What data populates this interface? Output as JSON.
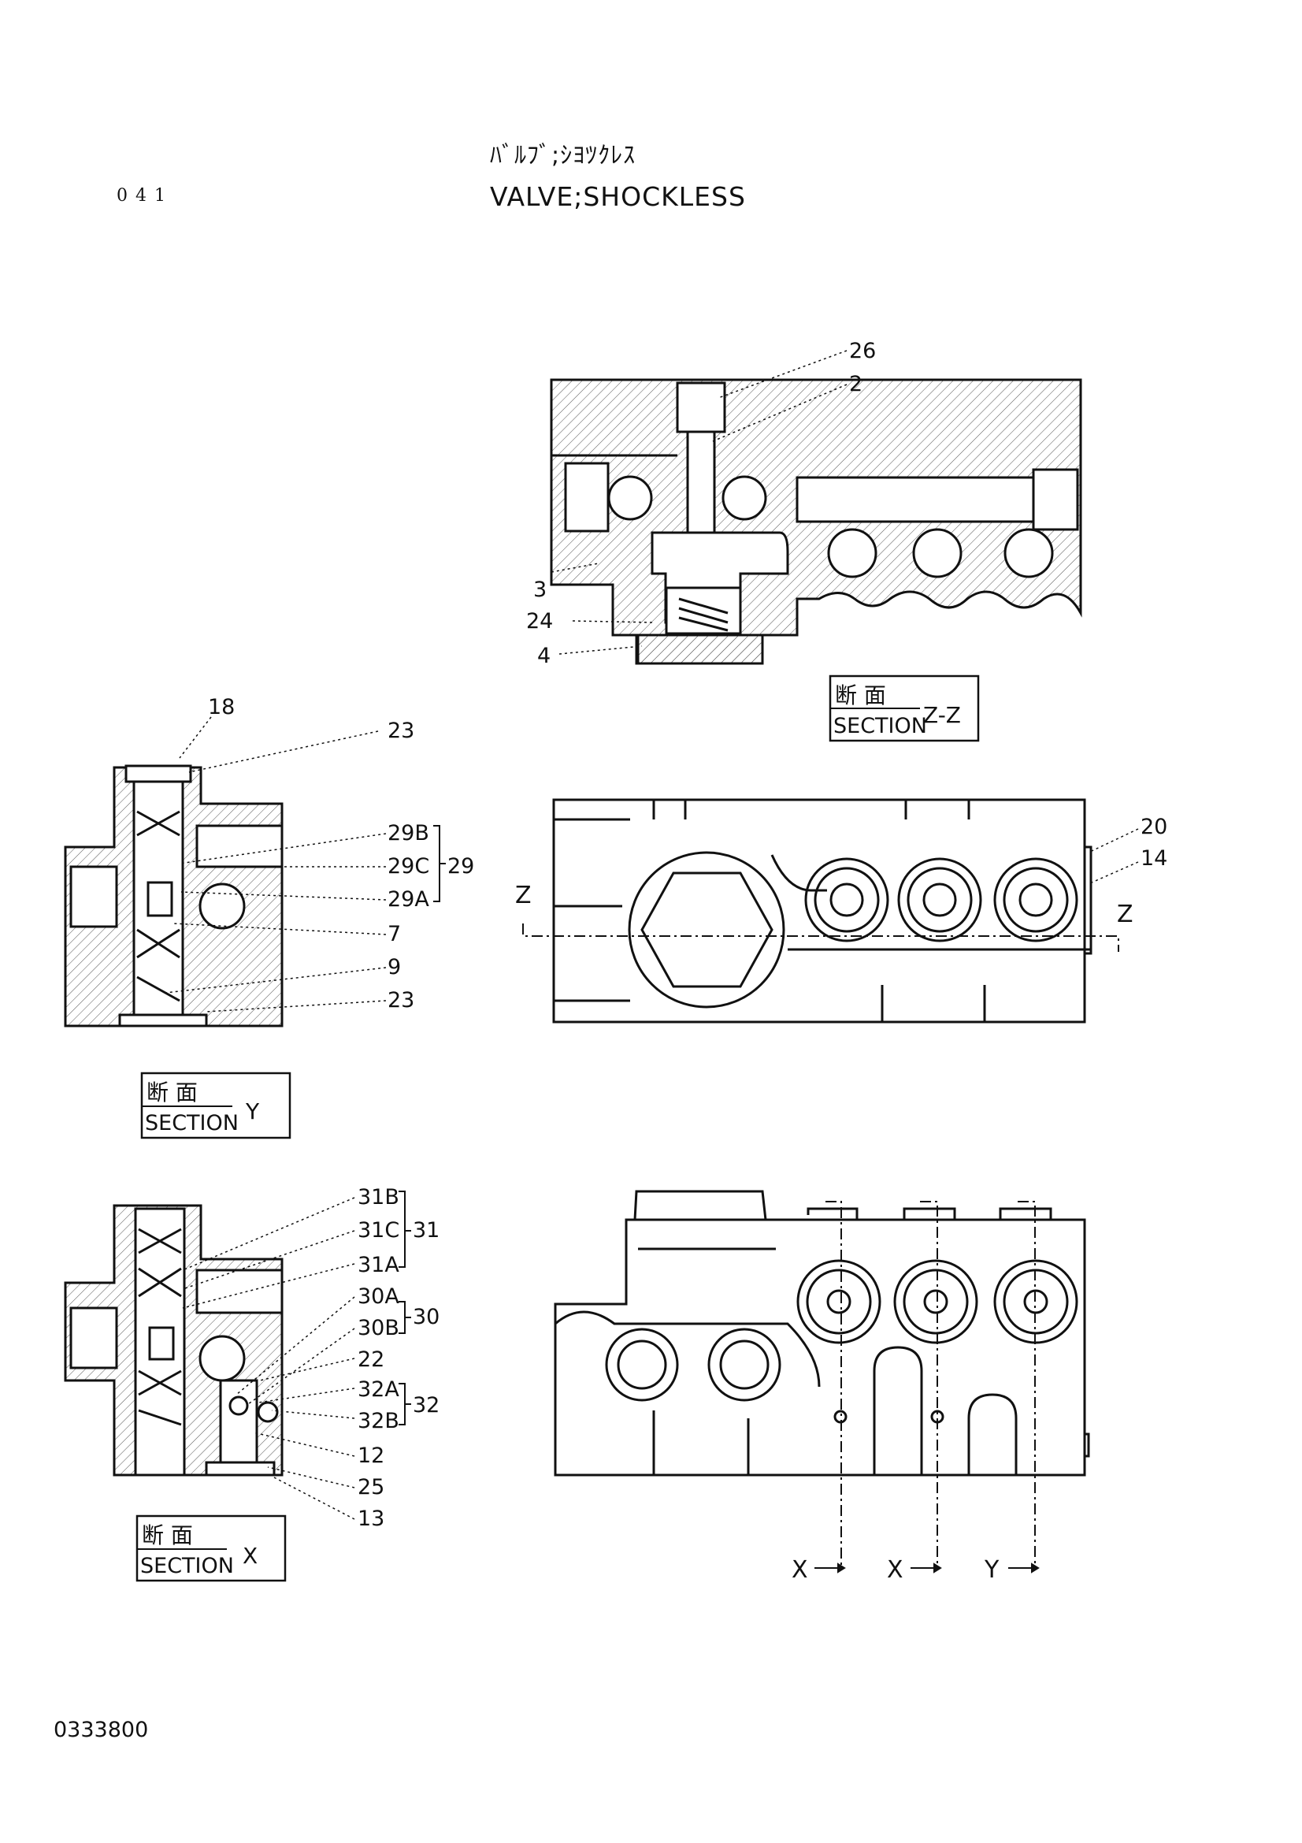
{
  "page_number": "041",
  "title_jp": "ﾊﾞﾙﾌﾞ;ｼﾖﾂｸﾚｽ",
  "title_en": "VALVE;SHOCKLESS",
  "drawing_number": "0333800",
  "callouts": [
    "26",
    "2",
    "3",
    "24",
    "4",
    "18",
    "23",
    "29B",
    "29C",
    "29",
    "29A",
    "7",
    "9",
    "23",
    "20",
    "14",
    "31B",
    "31C",
    "31",
    "31A",
    "30A",
    "30",
    "30B",
    "22",
    "32A",
    "32",
    "32B",
    "12",
    "25",
    "13"
  ],
  "section_labels": [
    {
      "jp": "断 面",
      "en": "SECTION",
      "id": "Z-Z"
    },
    {
      "jp": "断 面",
      "en": "SECTION",
      "id": "Y"
    },
    {
      "jp": "断 面",
      "en": "SECTION",
      "id": "X"
    }
  ],
  "view_marks": [
    "Z",
    "Z",
    "X",
    "X",
    "Y"
  ],
  "colors": {
    "line": "#111111",
    "paper": "#ffffff"
  }
}
